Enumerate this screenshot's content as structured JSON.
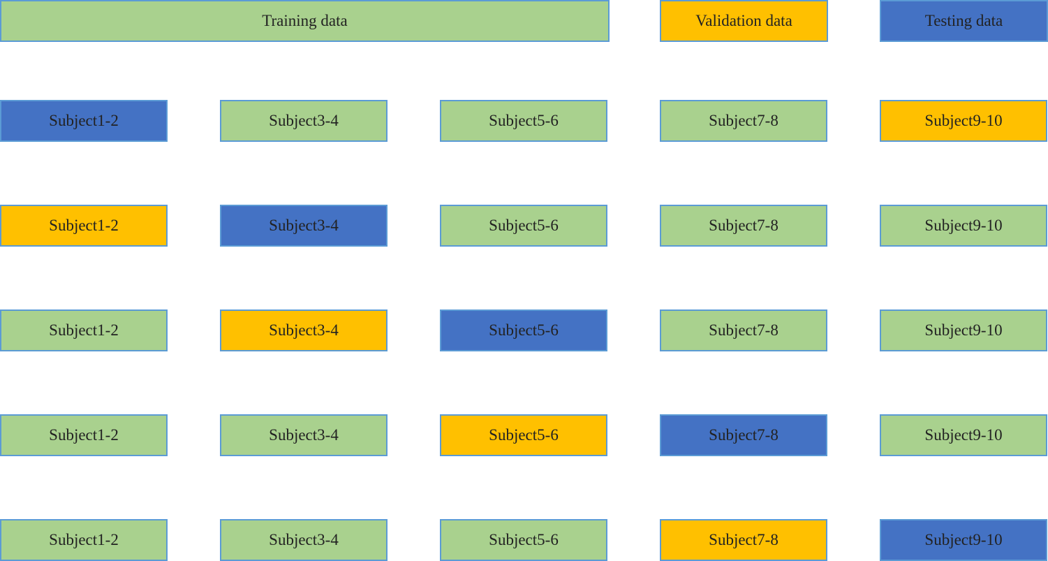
{
  "colors": {
    "train": "#A9D18E",
    "val": "#FFC000",
    "test": "#4472C4",
    "border": "#5B9BD5"
  },
  "legend": [
    {
      "label": "Training data",
      "role": "train"
    },
    {
      "label": "Validation data",
      "role": "val"
    },
    {
      "label": "Testing data",
      "role": "test"
    }
  ],
  "subjects": [
    "Subject1-2",
    "Subject3-4",
    "Subject5-6",
    "Subject7-8",
    "Subject9-10"
  ],
  "folds": [
    [
      "test",
      "train",
      "train",
      "train",
      "val"
    ],
    [
      "val",
      "test",
      "train",
      "train",
      "train"
    ],
    [
      "train",
      "val",
      "test",
      "train",
      "train"
    ],
    [
      "train",
      "train",
      "val",
      "test",
      "train"
    ],
    [
      "train",
      "train",
      "train",
      "val",
      "test"
    ]
  ]
}
